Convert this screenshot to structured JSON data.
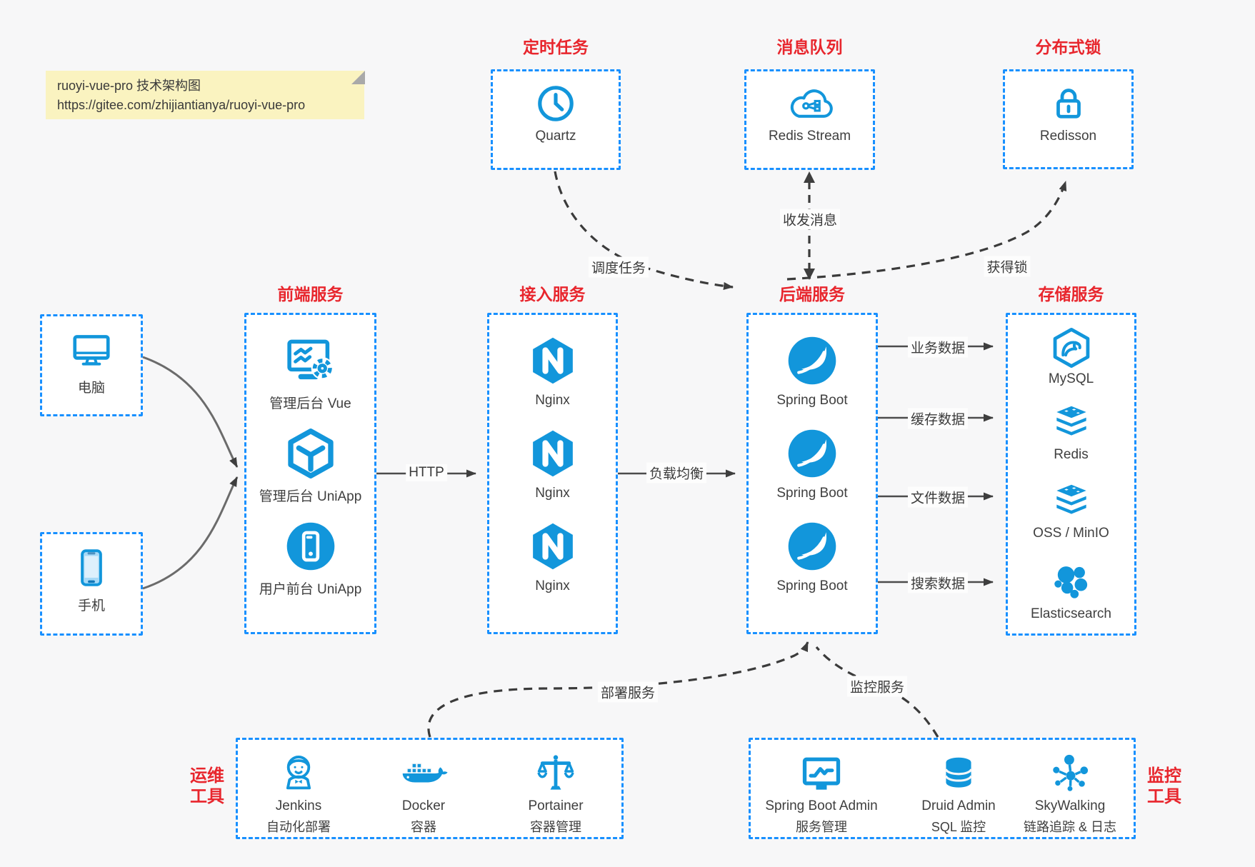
{
  "colors": {
    "icon_blue": "#1296db",
    "box_border_blue": "#1890ff",
    "title_red": "#e8262d",
    "note_bg": "#faf3c0",
    "page_bg": "#f7f7f8",
    "arrow_dark": "#3e3e3e"
  },
  "note": {
    "line1": "ruoyi-vue-pro 技术架构图",
    "line2": "https://gitee.com/zhijiantianya/ruoyi-vue-pro"
  },
  "top_groups": [
    {
      "title": "定时任务",
      "item": {
        "icon": "clock-icon",
        "label": "Quartz"
      }
    },
    {
      "title": "消息队列",
      "item": {
        "icon": "cloud-stream-icon",
        "label": "Redis Stream"
      }
    },
    {
      "title": "分布式锁",
      "item": {
        "icon": "lock-icon",
        "label": "Redisson"
      }
    }
  ],
  "clients": [
    {
      "icon": "desktop-icon",
      "label": "电脑"
    },
    {
      "icon": "phone-icon",
      "label": "手机"
    }
  ],
  "columns": [
    {
      "title": "前端服务",
      "items": [
        {
          "icon": "admin-vue-icon",
          "label": "管理后台 Vue"
        },
        {
          "icon": "cube-icon",
          "label": "管理后台 UniApp"
        },
        {
          "icon": "mobile-app-icon",
          "label": "用户前台 UniApp"
        }
      ]
    },
    {
      "title": "接入服务",
      "items": [
        {
          "icon": "nginx-icon",
          "label": "Nginx"
        },
        {
          "icon": "nginx-icon",
          "label": "Nginx"
        },
        {
          "icon": "nginx-icon",
          "label": "Nginx"
        }
      ]
    },
    {
      "title": "后端服务",
      "items": [
        {
          "icon": "spring-boot-icon",
          "label": "Spring Boot"
        },
        {
          "icon": "spring-boot-icon",
          "label": "Spring Boot"
        },
        {
          "icon": "spring-boot-icon",
          "label": "Spring Boot"
        }
      ]
    },
    {
      "title": "存储服务",
      "items": [
        {
          "icon": "mysql-icon",
          "label": "MySQL"
        },
        {
          "icon": "redis-icon",
          "label": "Redis"
        },
        {
          "icon": "oss-minio-icon",
          "label": "OSS / MinIO"
        },
        {
          "icon": "elasticsearch-icon",
          "label": "Elasticsearch"
        }
      ]
    }
  ],
  "bottom_groups": [
    {
      "side_label": {
        "line1": "运维",
        "line2": "工具"
      },
      "items": [
        {
          "icon": "jenkins-icon",
          "name": "Jenkins",
          "desc": "自动化部署"
        },
        {
          "icon": "docker-icon",
          "name": "Docker",
          "desc": "容器"
        },
        {
          "icon": "portainer-icon",
          "name": "Portainer",
          "desc": "容器管理"
        }
      ]
    },
    {
      "side_label": {
        "line1": "监控",
        "line2": "工具"
      },
      "items": [
        {
          "icon": "spring-boot-admin-icon",
          "name": "Spring Boot Admin",
          "desc": "服务管理"
        },
        {
          "icon": "druid-icon",
          "name": "Druid Admin",
          "desc": "SQL 监控"
        },
        {
          "icon": "skywalking-icon",
          "name": "SkyWalking",
          "desc": "链路追踪 & 日志"
        }
      ]
    }
  ],
  "edge_labels": {
    "http": "HTTP",
    "load_balance": "负载均衡",
    "schedule": "调度任务",
    "messaging": "收发消息",
    "acquire_lock": "获得锁",
    "business_data": "业务数据",
    "cache_data": "缓存数据",
    "file_data": "文件数据",
    "search_data": "搜索数据",
    "deploy": "部署服务",
    "monitor": "监控服务"
  }
}
